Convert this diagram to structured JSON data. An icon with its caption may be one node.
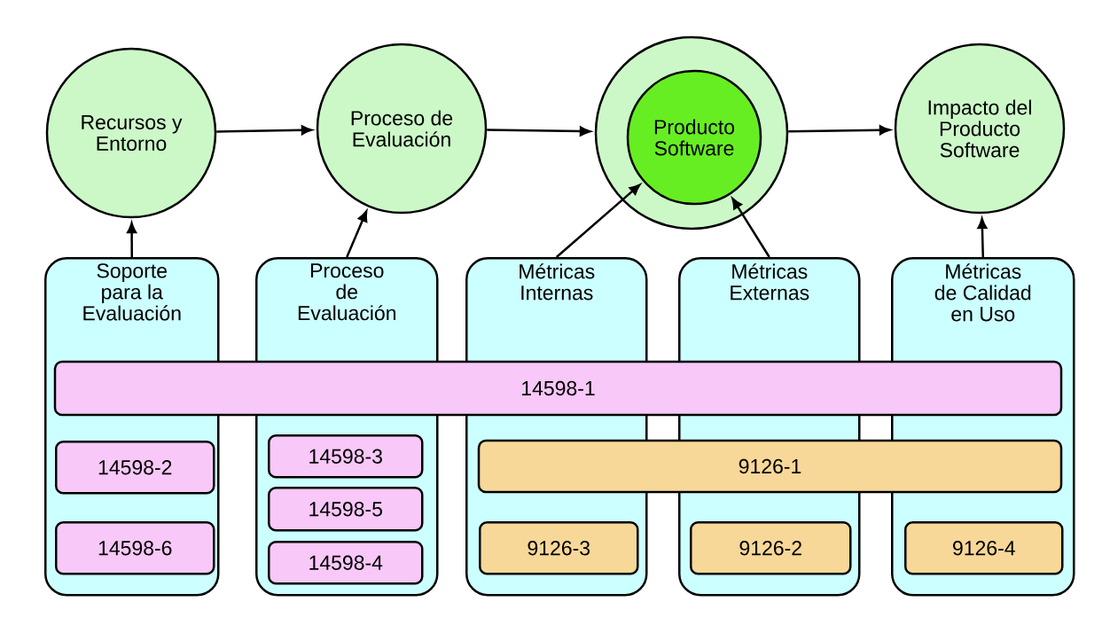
{
  "diagram": {
    "nodes": [
      {
        "text": [
          "Recursos y Entorno"
        ]
      },
      {
        "text": [
          "Proceso de Evaluación"
        ]
      },
      {
        "text": [],
        "shape": "circle"
      },
      {
        "text": [
          "Producto Software"
        ],
        "in": 2
      },
      {
        "text": [
          "Impacto del Producto Software"
        ]
      },
      {
        "text": [
          "Soporte para la Evaluación"
        ]
      },
      {
        "text": [
          "Proceso de Evaluación"
        ]
      },
      {
        "text": [
          "Métricas Internas"
        ]
      },
      {
        "text": [
          "Métricas Externas"
        ]
      },
      {
        "text": [
          "Métricas de Calidad en Uso"
        ]
      },
      {
        "text": [
          "14598-1"
        ]
      },
      {
        "text": [
          "14598-2"
        ],
        "in": 5
      },
      {
        "text": [
          "14598-6"
        ],
        "in": 5
      },
      {
        "text": [
          "14598-3"
        ],
        "in": 6
      },
      {
        "text": [
          "14598-5"
        ],
        "in": 6
      },
      {
        "text": [
          "14598-4"
        ],
        "in": 6
      },
      {
        "text": [
          "9126-1"
        ]
      },
      {
        "text": [
          "9126-3"
        ],
        "in": 7
      },
      {
        "text": [
          "9126-2"
        ],
        "in": 8
      },
      {
        "text": [
          "9126-4"
        ],
        "in": 9
      }
    ],
    "edges": [
      {
        "from": 0,
        "to": 1,
        "arrow": "to"
      },
      {
        "from": 1,
        "to": 2,
        "arrow": "to"
      },
      {
        "from": 2,
        "to": 4,
        "arrow": "to"
      },
      {
        "from": 5,
        "to": 0,
        "arrow": "to"
      },
      {
        "from": 6,
        "to": 1,
        "arrow": "to"
      },
      {
        "from": 7,
        "to": 3,
        "arrow": "to"
      },
      {
        "from": 8,
        "to": 3,
        "arrow": "to"
      },
      {
        "from": 9,
        "to": 4,
        "arrow": "to"
      }
    ]
  }
}
